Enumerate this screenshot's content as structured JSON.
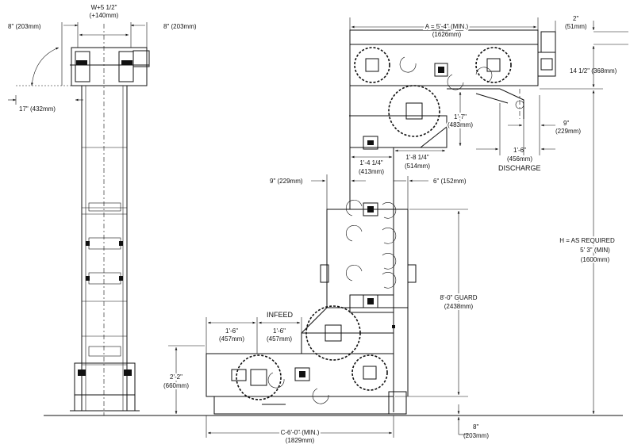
{
  "labels": {
    "w_main": "W+5 1/2\"",
    "w_main_mm": "(+140mm)",
    "left_8": "8\" (203mm)",
    "right_8": "8\" (203mm)",
    "left_17": "17\" (432mm)",
    "a_dim": "A = 5'-4\" (MIN.)",
    "a_dim_mm": "(1626mm)",
    "top_2": "2\"",
    "top_2_mm": "(51mm)",
    "top_14": "14 1/2\" (368mm)",
    "d_17": "1'-7\"",
    "d_17_mm": "(483mm)",
    "d_9r": "9\"",
    "d_9r_mm": "(229mm)",
    "d_16": "1'-6\"",
    "d_16_mm": "(456mm)",
    "discharge": "DISCHARGE",
    "d_18_14": "1'-8 1/4\"",
    "d_18_14_mm": "(514mm)",
    "d_14_14": "1'-4 1/4\"",
    "d_14_14_mm": "(413mm)",
    "d_9l": "9\" (229mm)",
    "d_6": "6\" (152mm)",
    "guard": "8'-0\" GUARD",
    "guard_mm": "(2438mm)",
    "h_req": "H = AS REQUIRED",
    "h_min": "5' 3\" (MIN)",
    "h_mm": "(1600mm)",
    "infeed": "INFEED",
    "inf_a": "1'-6\"",
    "inf_a_mm": "(457mm)",
    "inf_b": "1'-6\"",
    "inf_b_mm": "(457mm)",
    "d_22": "2'-2\"",
    "d_22_mm": "(660mm)",
    "c_dim": "C-6'-0\" (MIN.)",
    "c_dim_mm": "(1829mm)",
    "bot_8": "8\"",
    "bot_8_mm": "(203mm)"
  }
}
